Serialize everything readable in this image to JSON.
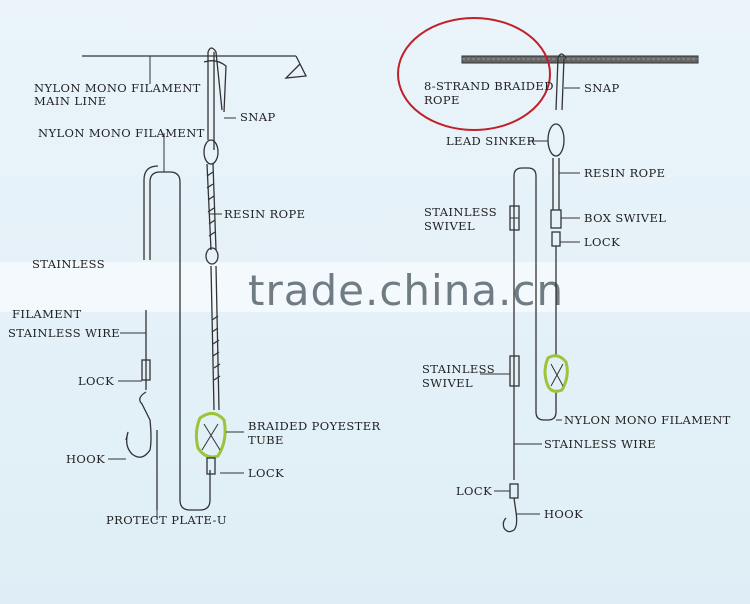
{
  "colors": {
    "background": "#e4f0f7",
    "line": "#333333",
    "highlight_circle": "#c0202a",
    "tube_green": "#9cc43a",
    "watermark_band": "#ffffff"
  },
  "watermark": {
    "text": "trade.china.cn"
  },
  "left_diagram": {
    "labels": {
      "main_line": "NYLON MONO FILAMENT",
      "main_line_2": "MAIN LINE",
      "snap": "SNAP",
      "nylon_filament": "NYLON MONO FILAMENT",
      "resin_rope": "RESIN ROPE",
      "stainless_partial": "STAINLESS",
      "filament": "FILAMENT",
      "stainless_wire": "STAINLESS WIRE",
      "lock_upper": "LOCK",
      "braided_tube_1": "BRAIDED POYESTER",
      "braided_tube_2": "TUBE",
      "hook": "HOOK",
      "lock_lower": "LOCK",
      "protect_plate": "PROTECT PLATE-U"
    }
  },
  "right_diagram": {
    "labels": {
      "braided_rope_1": "8-STRAND BRAIDED",
      "braided_rope_2": "ROPE",
      "snap": "SNAP",
      "lead_sinker": "LEAD SINKER",
      "resin_rope": "RESIN ROPE",
      "stainless_swivel_1a": "STAINLESS",
      "stainless_swivel_1b": "SWIVEL",
      "box_swivel": "BOX SWIVEL",
      "lock_upper": "LOCK",
      "stainless_swivel_2a": "STAINLESS",
      "stainless_swivel_2b": "SWIVEL",
      "nylon_filament": "NYLON MONO FILAMENT",
      "stainless_wire": "STAINLESS WIRE",
      "lock_lower": "LOCK",
      "hook": "HOOK"
    }
  }
}
